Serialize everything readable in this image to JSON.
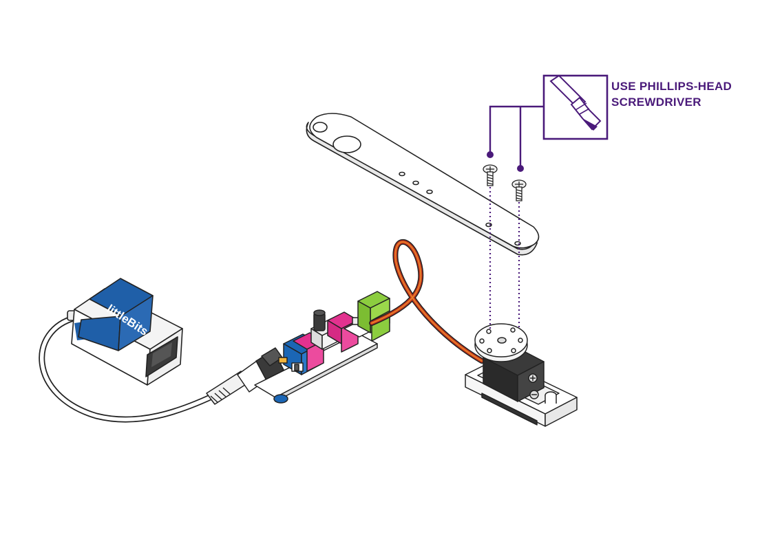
{
  "callout": {
    "line1": "USE PHILLIPS-HEAD",
    "line2": "SCREWDRIVER",
    "icon": "screwdriver-icon"
  },
  "battery": {
    "brand": "littleBits"
  },
  "colors": {
    "accent": "#4a1a7a",
    "battery_blue": "#1f5fa8",
    "module_blue": "#1b66b5",
    "module_pink": "#e2328f",
    "module_green": "#8ccd3f",
    "wire_red": "#c8381e",
    "wire_orange": "#e8852a",
    "outline": "#222222"
  }
}
